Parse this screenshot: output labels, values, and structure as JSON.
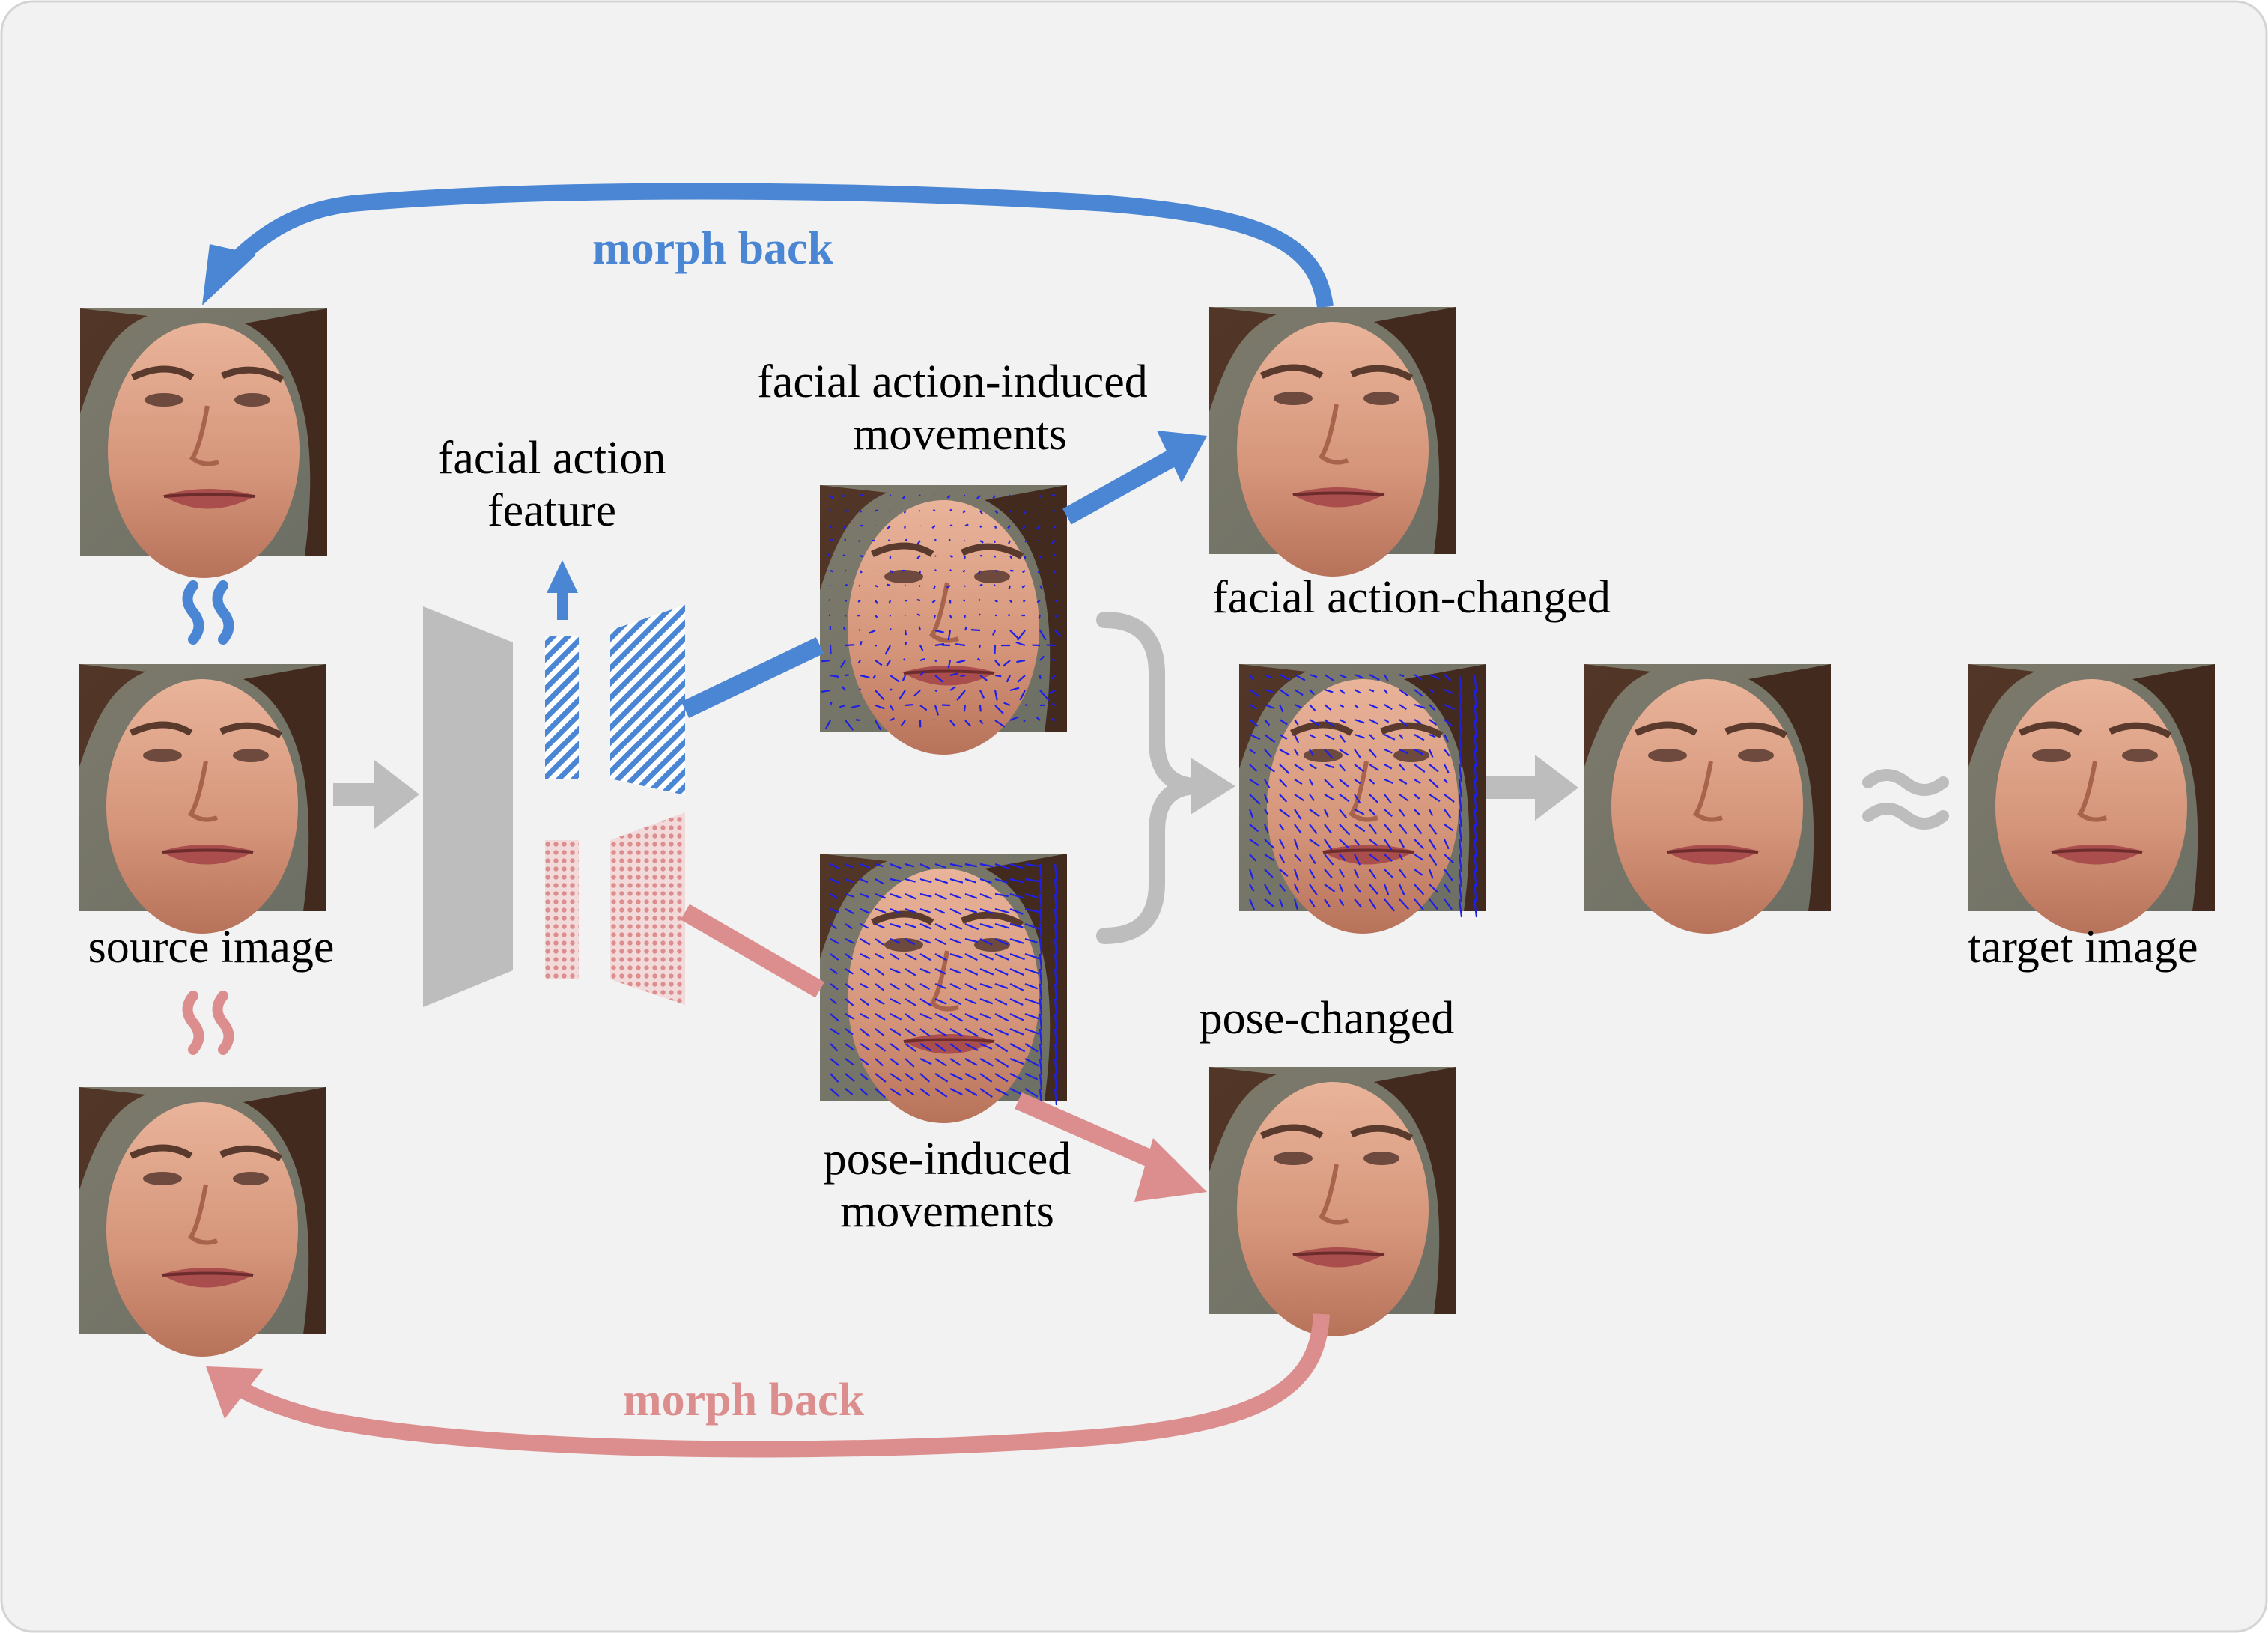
{
  "labels": {
    "morph_back_top": "morph back",
    "morph_back_bottom": "morph back",
    "facial_action_feature_l1": "facial action",
    "facial_action_feature_l2": "feature",
    "action_movements_l1": "facial action-induced",
    "action_movements_l2": "movements",
    "action_changed": "facial action-changed",
    "pose_movements_l1": "pose-induced",
    "pose_movements_l2": "movements",
    "pose_changed": "pose-changed",
    "source_image": "source image",
    "target_image": "target image"
  },
  "colors": {
    "background": "#f2f2f2",
    "action_blue": "#4a86d4",
    "pose_pink": "#dc8e8e",
    "neutral_gray": "#bdbdbd",
    "flow_vectors": "#1f1fe6",
    "label_text": "#000000"
  }
}
